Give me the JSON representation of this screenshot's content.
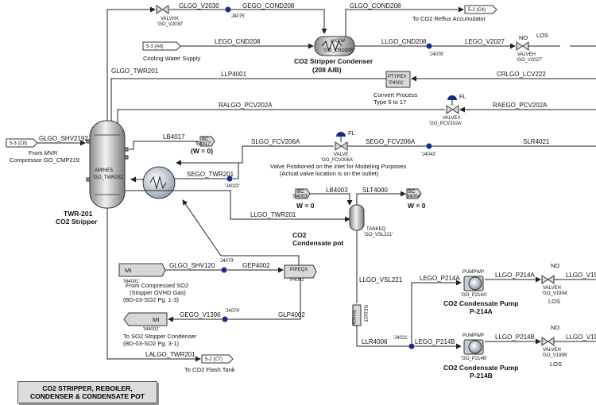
{
  "streams": {
    "glgo_v2030": "GLGO_V2030",
    "gego_cond208": "GEGO_COND208",
    "glgo_cond208": "GLGO_COND208",
    "lego_cnd208": "LEGO_CND208",
    "llgo_cnd208": "LLGO_CND208",
    "lego_v2027": "LEGO_V2027",
    "glgo_twr201": "GLGO_TWR201",
    "llp4001": "LLP4001",
    "crlgo_lcv222": "CRLGO_LCV222",
    "ralgo_pcv202a": "RALGO_PCV202A",
    "raego_pcv202a": "RAEGO_PCV202A",
    "glgo_shv2192": "GLGO_SHV2192",
    "lb4017": "LB4017",
    "slgo_fcv206a": "SLGO_FCV206A",
    "sego_fcv206a": "SEGO_FCV206A",
    "slr4021": "SLR4021",
    "sego_twr201": "SEGO_TWR201",
    "lb4003": "LB4003",
    "slt4000": "SLT4000",
    "llgo_twr201": "LLGO_TWR201",
    "glgo_shv120": "GLGO_SHV120",
    "gep4002": "GEP4002",
    "llgo_vsl221": "LLGO_VSL221",
    "lego_p214a": "LEGO_P214A",
    "llgo_p214a": "LLGO_P214A",
    "llgo_v19_a": "LLGO_V19",
    "gego_v1396": "GEGO_V1396",
    "glp4002": "GLP4002",
    "llr4006": "LLR4006",
    "lego_p214b": "LEGO_P214B",
    "llgo_p214b": "LLGO_P214B",
    "llgo_v19_b": "LLGO_V19",
    "lalgo_twr201": "LALGO_TWR201"
  },
  "nodes": {
    "j4075": "'J4075'",
    "j4076": "'J4076'",
    "j4043": "'J4043'",
    "j4023": "'J4023'",
    "j4073": "'J4073'",
    "j4074": "'J4074'",
    "j4021": "'J4021'"
  },
  "connectors": {
    "c4": "5-2 (C4)",
    "a6": "5-3 (A6)",
    "c8": "5-3 (C8)",
    "c7": "5-2 (C7)"
  },
  "equipment": {
    "valvhx_type": "VALVHX",
    "valvhx_id": "'GO_V2030'",
    "hxxw_type": "HXXW",
    "hxxw_id": "'GO_CND208'",
    "v2027_type": "VALVEH",
    "v2027_id": "'GO_V2027'",
    "no_1": "NO",
    "los_1": "LOS",
    "ptypex_type": "PTYPEX",
    "ptypex_id": "'P4001'",
    "valvex_type": "VALVEX",
    "valvex_id": "'GO_PCV202A'",
    "fl_1": "FL",
    "fl_2": "FL",
    "tower_type": "AMINES",
    "tower_id": "'GO_TWR201'",
    "bc_b4017_type": "BC",
    "bc_b4017_id": "'B4017'",
    "w0_1": "(W = 0)",
    "valve_fcv_type": "VALVE",
    "valve_fcv_id": "'GO_FCV206A'",
    "bc_b4003_type": "BC",
    "bc_b4003_id": "'B4003'",
    "bc_b4004_type": "BC",
    "bc_b4004_id": "'B4004'",
    "w0_2": "W = 0",
    "w0_3": "W = 0",
    "tankeq_type": "TANKEQ",
    "tankeq_id": "'GO_VSL221'",
    "mi_4001_type": "MI",
    "mi_4001_id": "'M4001'",
    "pipeqx_type": "PIPEQX",
    "pipeqx_id": "'P4002'",
    "mi_4002_type": "MI",
    "mi_4002_id": "'M4002'",
    "pump_a_type": "PUMPWP",
    "pump_a_id": "'GO_P214A'",
    "pump_b_type": "PUMPWP",
    "pump_b_id": "'GO_P214B'",
    "v1994_type": "VALVEH",
    "v1994_id": "'GO_V1994'",
    "v1995_type": "VALVEH",
    "v1995_id": "'GO_V1995'",
    "no_2": "NO",
    "los_2": "LOS",
    "no_3": "NO",
    "los_3": "LOS",
    "resist_type": "RESIST",
    "resist_id": "'R4006'"
  },
  "labels": {
    "reflux": "To CO2 Reflux Accumulator",
    "cooling_water": "Cooling Water Supply",
    "condenser_name": "CO2 Stripper Condenser",
    "condenser_tag": "(208 A/B)",
    "convert_1": "Convert Process",
    "convert_2": "Type 5 to 17",
    "mvr_1": "From MVR",
    "mvr_2": "Compressor GO_CMP219",
    "valve_note_1": "Valve Positioned on the inlet for Modeling Purposes",
    "valve_note_2": "(Actual valve location is on the outlet)",
    "twr_1": "TWR-201",
    "twr_2": "CO2 Stripper",
    "pot_1": "CO2",
    "pot_2": "Condensate pot",
    "so2_1": "From Compressed SO2",
    "so2_2": "(Stripper OVHD Gas)",
    "so2_3": "(BD-03-SO2 Pg. 1-3)",
    "so2c_1": "To SO2 Stripper Condenser",
    "so2c_2": "(BD-03-SO2 Pg. 3-1)",
    "flash": "To CO2 Flash Tank",
    "pump_a_1": "CO2 Condensate Pump",
    "pump_a_2": "P-214A",
    "pump_b_1": "CO2 Condensate Pump",
    "pump_b_2": "P-214B"
  },
  "title_block": {
    "line1": "CO2 STRIPPER, REBOILER,",
    "line2": "CONDENSER & CONDENSATE POT"
  },
  "colors": {
    "node_dot": "#1a2a8a",
    "equipment_fill": "#d8d8d8",
    "line": "#222222"
  }
}
